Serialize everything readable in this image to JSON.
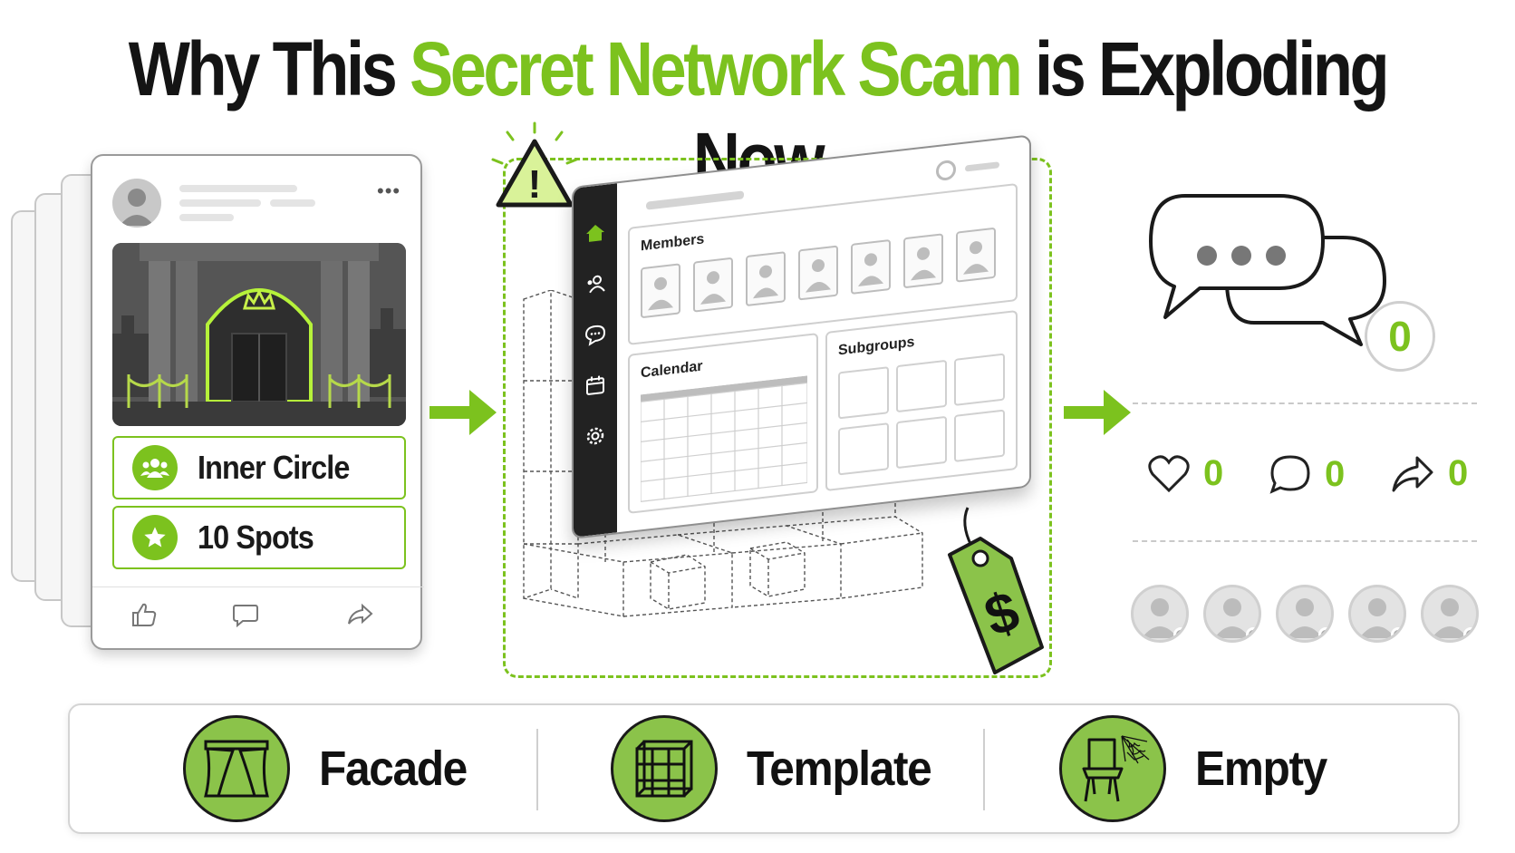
{
  "title": {
    "part1": "Why This",
    "highlight": "Secret Network Scam",
    "part2": "is Exploding Now"
  },
  "post_card": {
    "tag_1": "Inner Circle",
    "tag_2": "10 Spots",
    "menu_glyph": "•••"
  },
  "dashboard": {
    "members_label": "Members",
    "calendar_label": "Calendar",
    "subgroups_label": "Subgroups",
    "price_symbol": "$",
    "warning_symbol": "!"
  },
  "engagement": {
    "chat_count": "0",
    "likes": "0",
    "comments": "0",
    "shares": "0"
  },
  "bottom_bar": [
    {
      "label": "Facade",
      "icon": "stage-curtain-icon"
    },
    {
      "label": "Template",
      "icon": "wireframe-cube-icon"
    },
    {
      "label": "Empty",
      "icon": "cobweb-chair-icon"
    }
  ],
  "colors": {
    "accent_green": "#7cc21e",
    "dark": "#141414",
    "icon_bg": "#8bc34a"
  }
}
